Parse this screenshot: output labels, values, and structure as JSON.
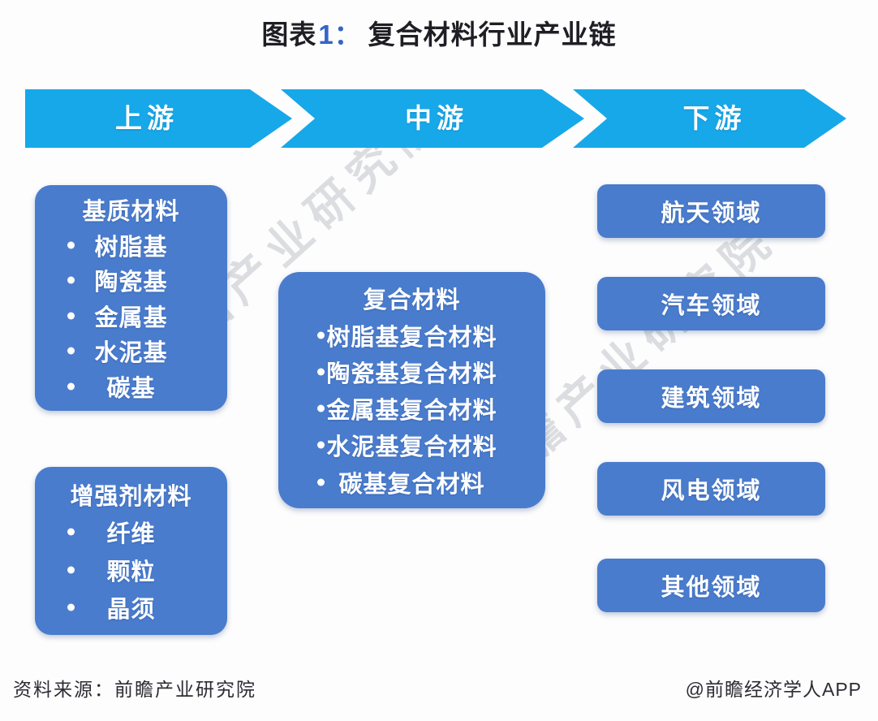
{
  "title": {
    "prefix": "图表",
    "number": "1：",
    "text": "复合材料行业产业链"
  },
  "colors": {
    "arrow": "#17a8e9",
    "box": "#4a7ccd",
    "title_number": "#3465c8"
  },
  "stages": {
    "upstream": "上游",
    "midstream": "中游",
    "downstream": "下游"
  },
  "upstream": {
    "boxes": [
      {
        "header": "基质材料",
        "items": [
          "树脂基",
          "陶瓷基",
          "金属基",
          "水泥基",
          "碳基"
        ]
      },
      {
        "header": "增强剂材料",
        "items": [
          "纤维",
          "颗粒",
          "晶须"
        ]
      }
    ]
  },
  "midstream": {
    "box": {
      "header": "复合材料",
      "items": [
        "树脂基复合材料",
        "陶瓷基复合材料",
        "金属基复合材料",
        "水泥基复合材料",
        "碳基复合材料"
      ]
    }
  },
  "downstream": {
    "boxes": [
      "航天领域",
      "汽车领域",
      "建筑领域",
      "风电领域",
      "其他领域"
    ]
  },
  "watermark": {
    "text": "前瞻产业研究院"
  },
  "footer": {
    "source": "资料来源：前瞻产业研究院",
    "credit": "@前瞻经济学人APP"
  }
}
